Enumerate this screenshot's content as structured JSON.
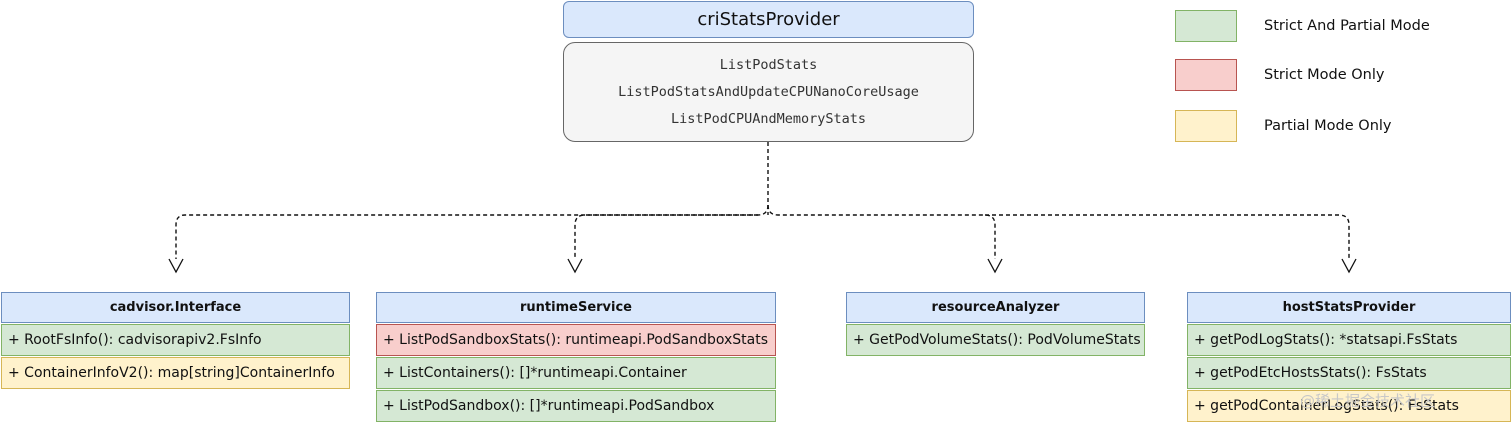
{
  "provider": {
    "title": "criStatsProvider",
    "methods": [
      "ListPodStats",
      "ListPodStatsAndUpdateCPUNanoCoreUsage",
      "ListPodCPUAndMemoryStats"
    ]
  },
  "legend": [
    {
      "label": "Strict And Partial Mode",
      "color": "#d5e8d4"
    },
    {
      "label": "Strict Mode Only",
      "color": "#f8cecc"
    },
    {
      "label": "Partial Mode Only",
      "color": "#fff2cc"
    }
  ],
  "classes": [
    {
      "name": "cadvisor.Interface",
      "rows": [
        {
          "text": "+ RootFsInfo(): cadvisorapiv2.FsInfo",
          "mode": "green"
        },
        {
          "text": "+ ContainerInfoV2(): map[string]ContainerInfo",
          "mode": "yellow"
        }
      ]
    },
    {
      "name": "runtimeService",
      "rows": [
        {
          "text": "+ ListPodSandboxStats(): runtimeapi.PodSandboxStats",
          "mode": "red"
        },
        {
          "text": "+ ListContainers(): []*runtimeapi.Container",
          "mode": "green"
        },
        {
          "text": "+ ListPodSandbox(): []*runtimeapi.PodSandbox",
          "mode": "green"
        }
      ]
    },
    {
      "name": "resourceAnalyzer",
      "rows": [
        {
          "text": "+ GetPodVolumeStats(): PodVolumeStats",
          "mode": "green"
        }
      ]
    },
    {
      "name": "hostStatsProvider",
      "rows": [
        {
          "text": "+ getPodLogStats(): *statsapi.FsStats",
          "mode": "green"
        },
        {
          "text": "+ getPodEtcHostsStats(): FsStats",
          "mode": "green"
        },
        {
          "text": "+ getPodContainerLogStats(): FsStats",
          "mode": "yellow"
        }
      ]
    }
  ],
  "watermark": "@稀土掘金技术社区"
}
